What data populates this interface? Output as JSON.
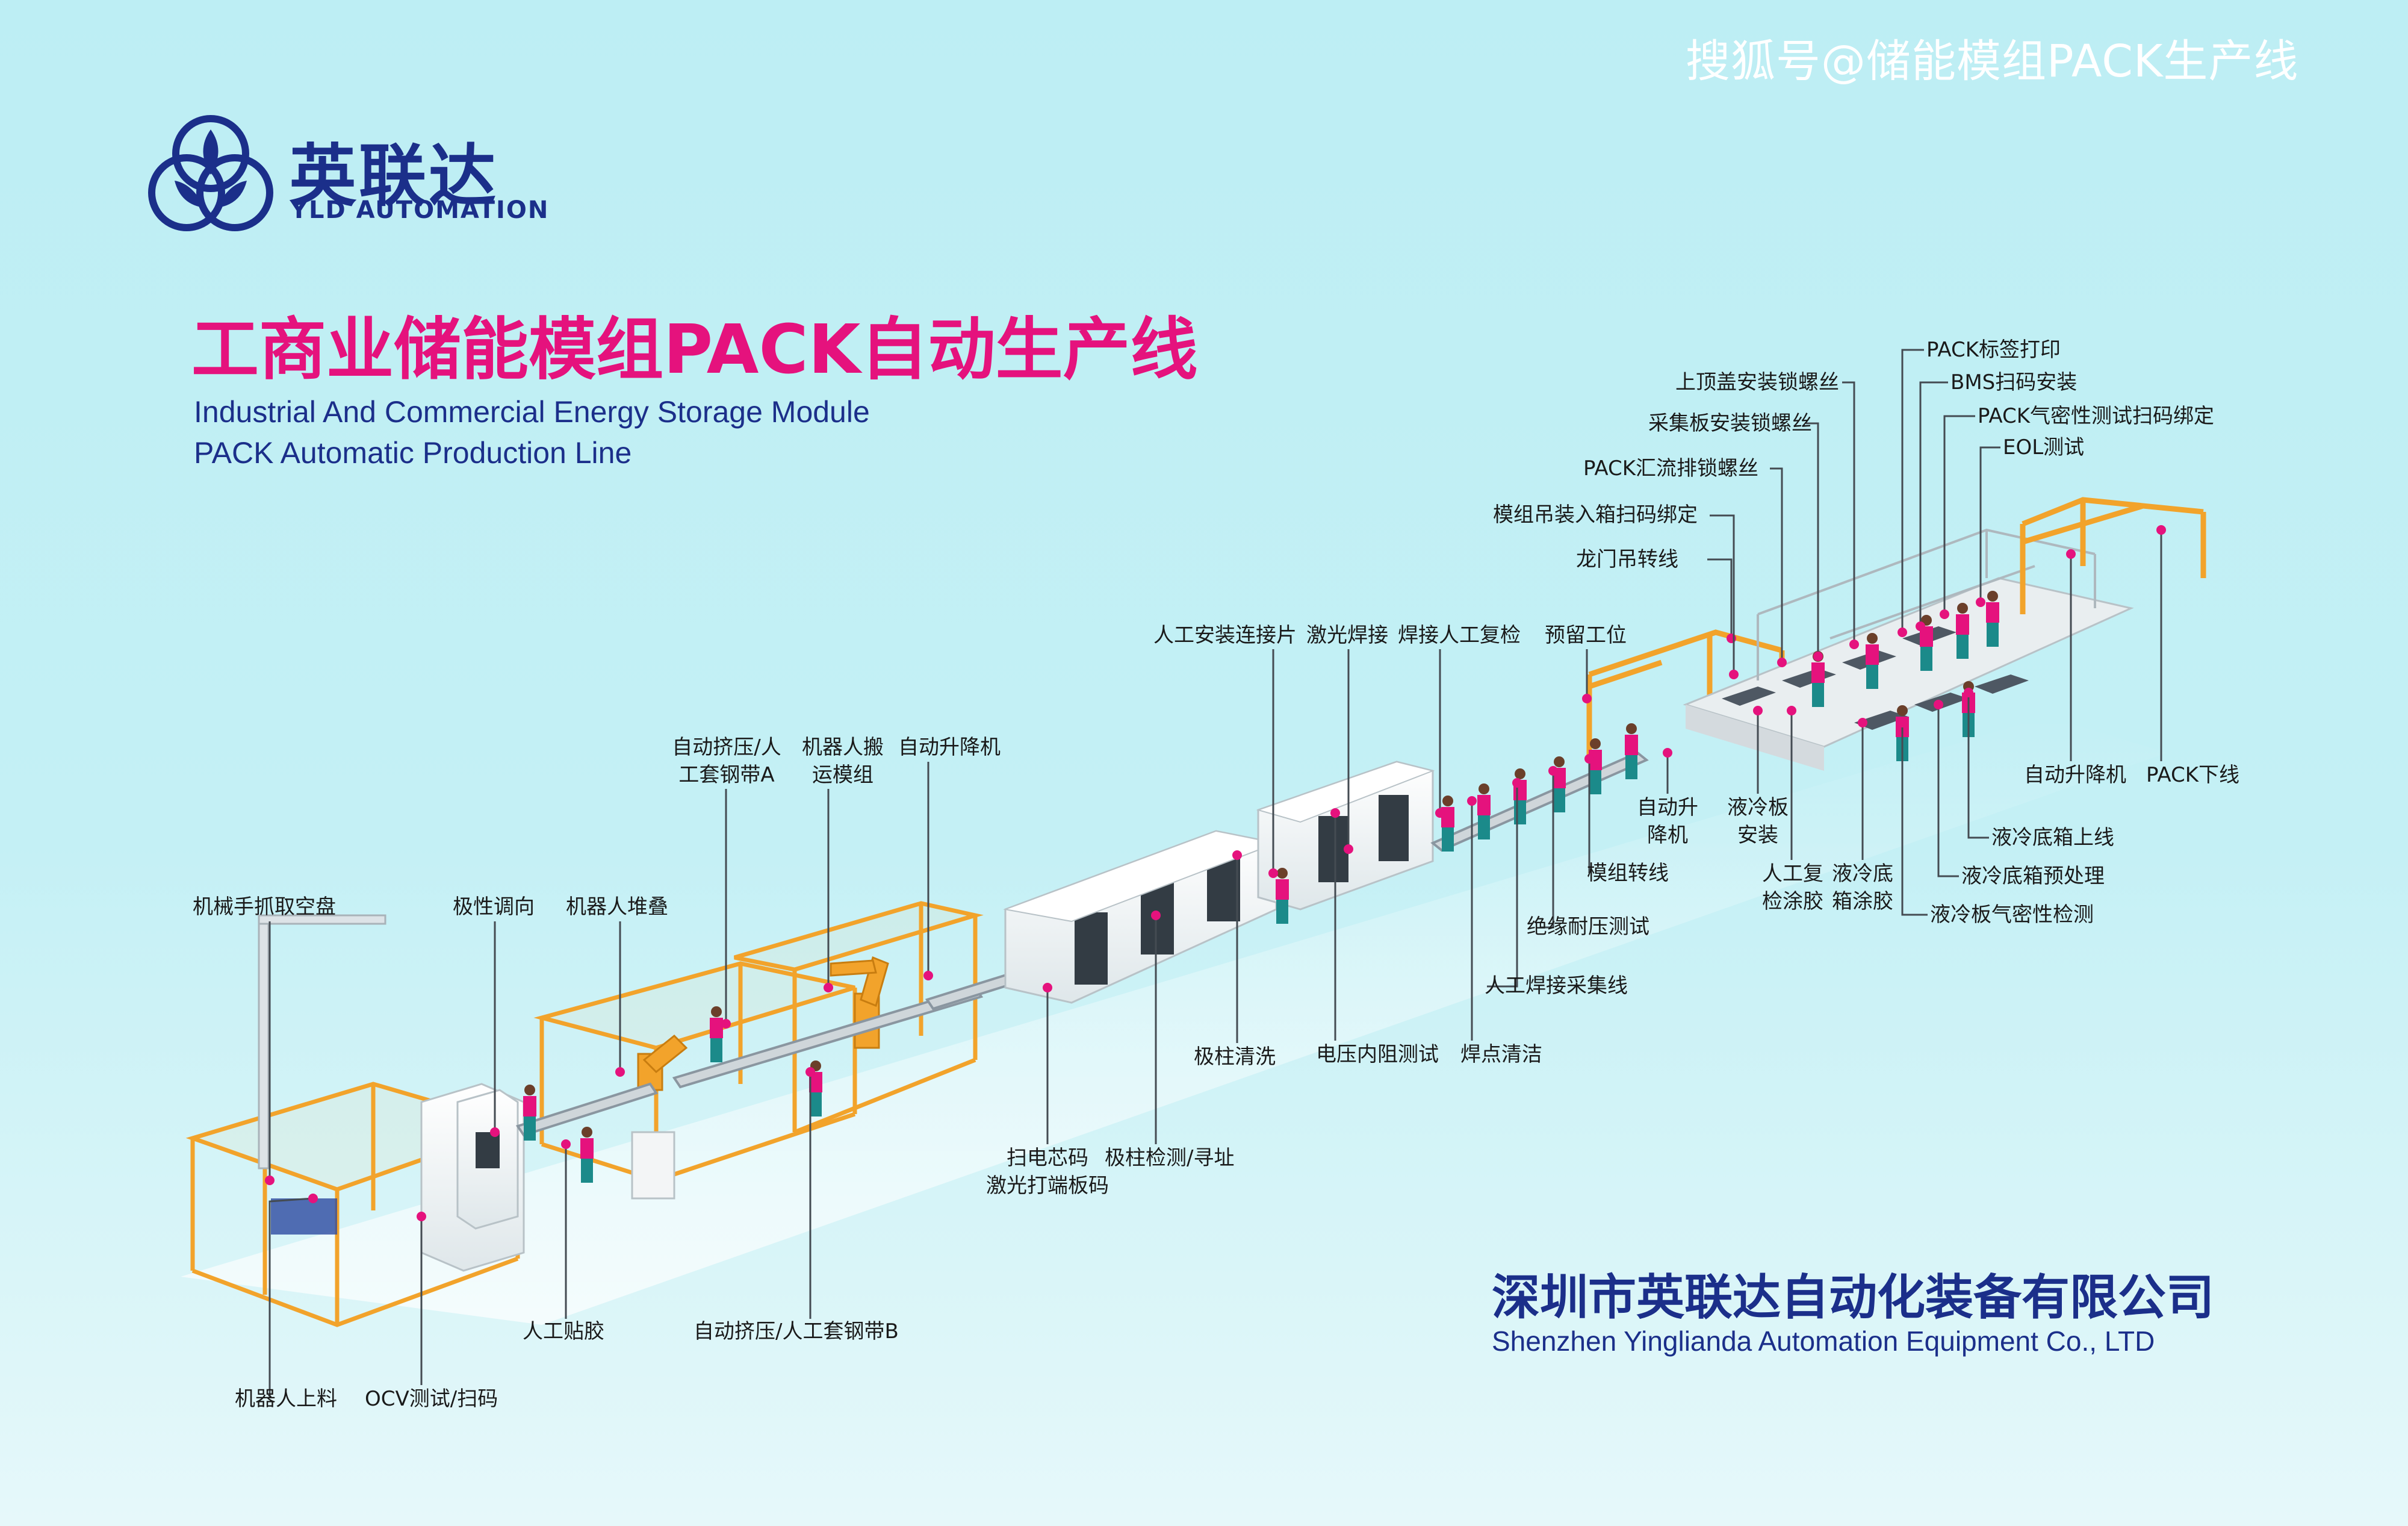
{
  "watermark": "搜狐号@储能模组PACK生产线",
  "brand": {
    "name_cn": "英联达",
    "name_en": "YLD AUTOMATION"
  },
  "title": {
    "cn": "工商业储能模组PACK自动生产线",
    "en_line1": "Industrial And Commercial Energy Storage Module",
    "en_line2": "PACK Automatic Production Line"
  },
  "company": {
    "cn": "深圳市英联达自动化装备有限公司",
    "en": "Shenzhen Yinglianda Automation Equipment Co., LTD"
  },
  "colors": {
    "accent": "#e5127d",
    "brand": "#1b2f8a",
    "frame": "#f2a32b",
    "background": "#bdeef4"
  },
  "stations": [
    {
      "id": "s01",
      "text": "机械手抓取空盘"
    },
    {
      "id": "s02",
      "text": "机器人上料"
    },
    {
      "id": "s03",
      "text": "OCV测试/扫码"
    },
    {
      "id": "s04",
      "text": "极性调向"
    },
    {
      "id": "s05",
      "text": "机器人堆叠"
    },
    {
      "id": "s06",
      "text": "人工贴胶"
    },
    {
      "id": "s07",
      "text": "自动挤压/人工套钢带B"
    },
    {
      "id": "s08a",
      "text": "自动挤压/人"
    },
    {
      "id": "s08b",
      "text": "工套钢带A"
    },
    {
      "id": "s09a",
      "text": "机器人搬"
    },
    {
      "id": "s09b",
      "text": "运模组"
    },
    {
      "id": "s10",
      "text": "自动升降机"
    },
    {
      "id": "s11a",
      "text": "扫电芯码"
    },
    {
      "id": "s11b",
      "text": "激光打端板码"
    },
    {
      "id": "s12",
      "text": "极柱检测/寻址"
    },
    {
      "id": "s13",
      "text": "极柱清洗"
    },
    {
      "id": "s14",
      "text": "人工安装连接片"
    },
    {
      "id": "s15",
      "text": "激光焊接"
    },
    {
      "id": "s16",
      "text": "焊接人工复检"
    },
    {
      "id": "s17",
      "text": "预留工位"
    },
    {
      "id": "s18",
      "text": "电压内阻测试"
    },
    {
      "id": "s19",
      "text": "焊点清洁"
    },
    {
      "id": "s20",
      "text": "人工焊接采集线"
    },
    {
      "id": "s21",
      "text": "绝缘耐压测试"
    },
    {
      "id": "s22",
      "text": "模组转线"
    },
    {
      "id": "s23a",
      "text": "自动升"
    },
    {
      "id": "s23b",
      "text": "降机"
    },
    {
      "id": "s24",
      "text": "龙门吊转线"
    },
    {
      "id": "s25",
      "text": "模组吊装入箱扫码绑定"
    },
    {
      "id": "s26",
      "text": "PACK汇流排锁螺丝"
    },
    {
      "id": "s27",
      "text": "采集板安装锁螺丝"
    },
    {
      "id": "s28",
      "text": "上顶盖安装锁螺丝"
    },
    {
      "id": "s29",
      "text": "PACK标签打印"
    },
    {
      "id": "s30",
      "text": "BMS扫码安装"
    },
    {
      "id": "s31",
      "text": "PACK气密性测试扫码绑定"
    },
    {
      "id": "s32",
      "text": "EOL测试"
    },
    {
      "id": "s33a",
      "text": "液冷板"
    },
    {
      "id": "s33b",
      "text": "安装"
    },
    {
      "id": "s34a",
      "text": "人工复"
    },
    {
      "id": "s34b",
      "text": "检涂胶"
    },
    {
      "id": "s35a",
      "text": "液冷底"
    },
    {
      "id": "s35b",
      "text": "箱涂胶"
    },
    {
      "id": "s36",
      "text": "液冷板气密性检测"
    },
    {
      "id": "s37",
      "text": "液冷底箱预处理"
    },
    {
      "id": "s38",
      "text": "液冷底箱上线"
    },
    {
      "id": "s39",
      "text": "自动升降机"
    },
    {
      "id": "s40",
      "text": "PACK下线"
    }
  ]
}
